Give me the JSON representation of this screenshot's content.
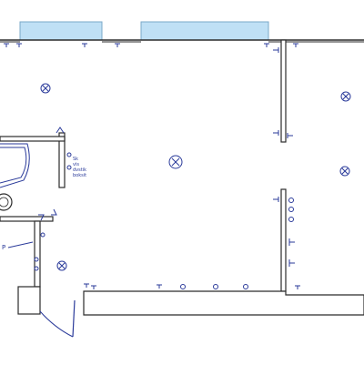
{
  "annotations": {
    "side_note_lines": [
      "Sk",
      "vis",
      "dvstik",
      "boksit"
    ],
    "corner_letter": "P"
  },
  "colors": {
    "wall": "#2b2b2b",
    "glass": "#bfe0f5",
    "pen": "#2a3a9a"
  },
  "symbols": {
    "ceiling_light_icon": "circle-with-x",
    "socket_icon": "wall-outlet-symbol"
  }
}
